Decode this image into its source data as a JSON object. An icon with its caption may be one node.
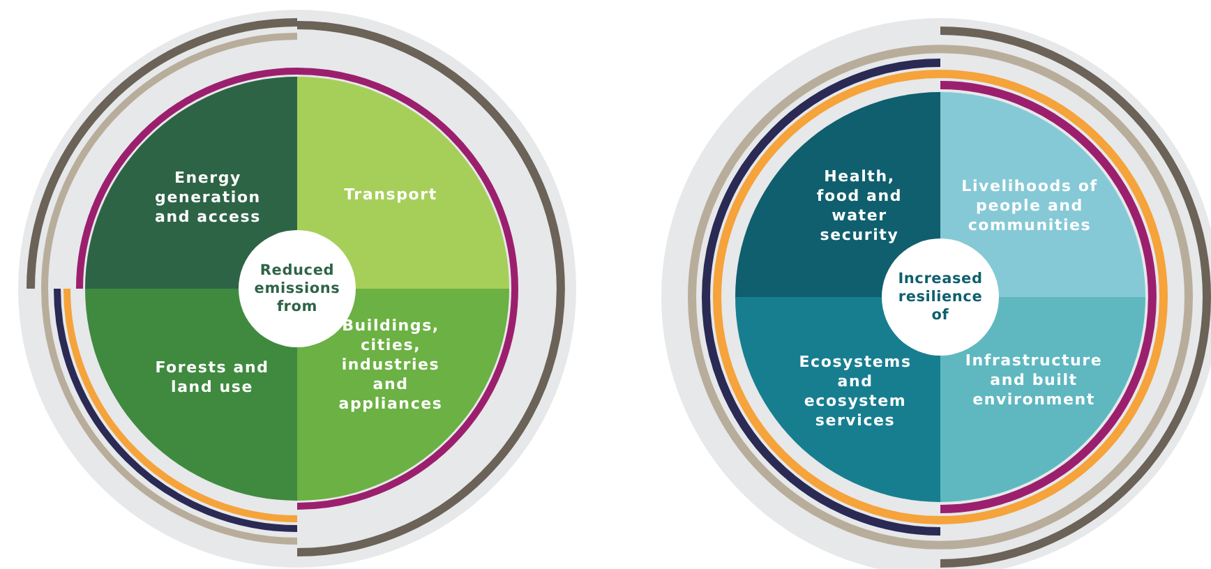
{
  "diagram": {
    "nodes": [
      {
        "text": [
          "Reduced emissions from"
        ]
      },
      {
        "text": [
          "Energy generation and access"
        ]
      },
      {
        "text": [
          "Transport"
        ]
      },
      {
        "text": [
          "Forests and land use"
        ]
      },
      {
        "text": [
          "Buildings, cities, industries and appliances"
        ]
      },
      {
        "text": [
          "Increased resilience of"
        ]
      },
      {
        "text": [
          "Health, food and water security"
        ]
      },
      {
        "text": [
          "Livelihoods of people and communities"
        ]
      },
      {
        "text": [
          "Ecosystems and ecosystem services"
        ]
      },
      {
        "text": [
          "Infrastructure and built environment"
        ]
      }
    ]
  }
}
